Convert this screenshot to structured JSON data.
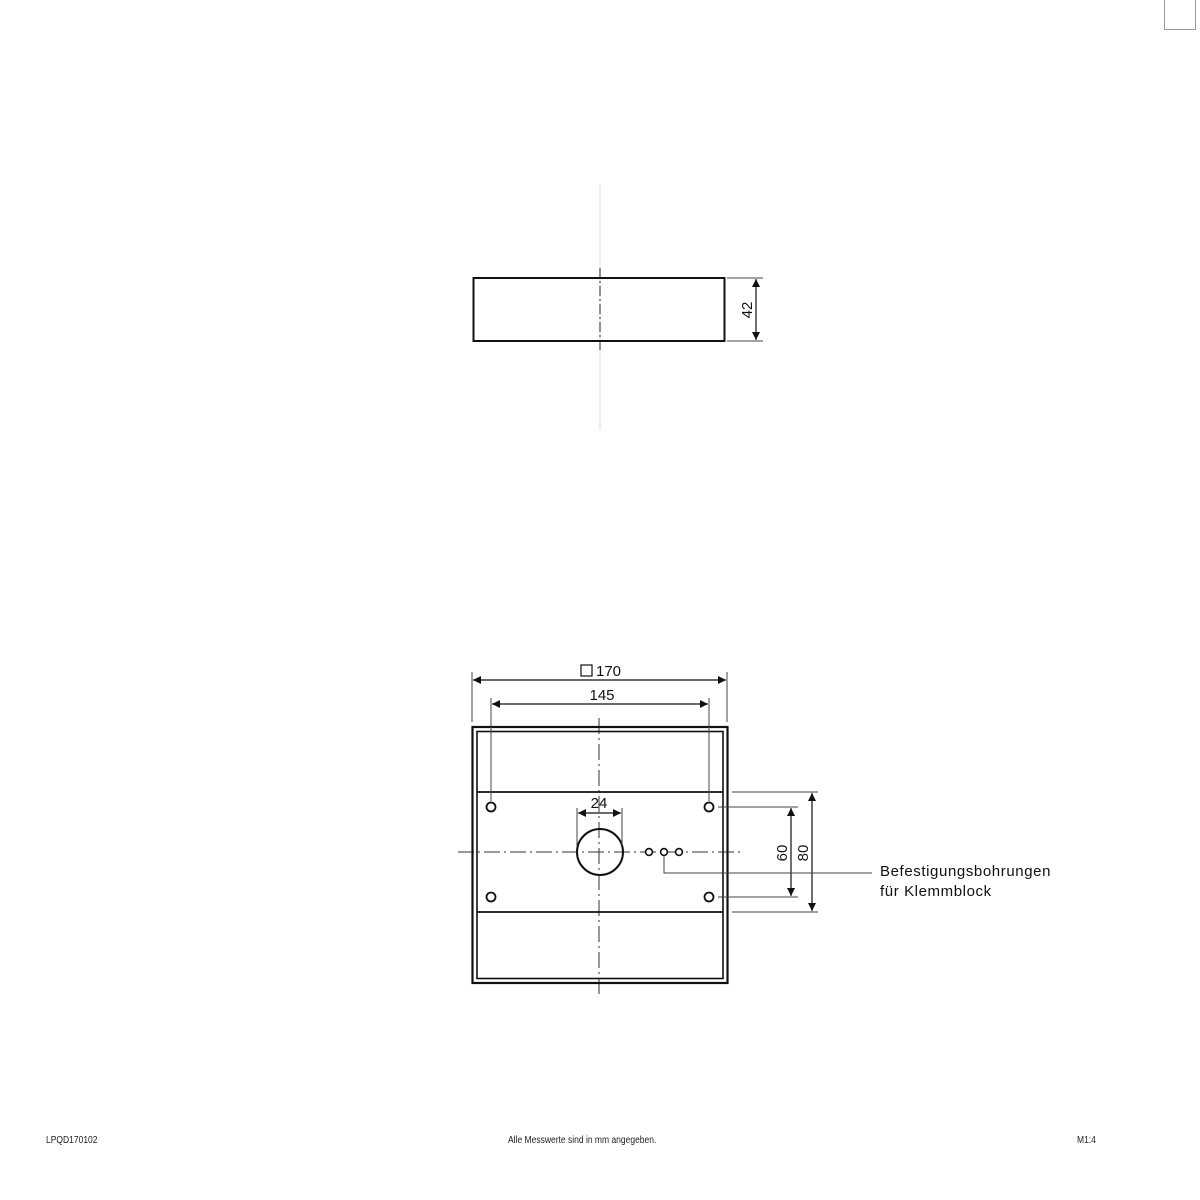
{
  "side_view": {
    "height_dim": "42"
  },
  "top_view": {
    "outer_dim": "170",
    "outer_dim_symbol": "square",
    "hole_spacing_dim": "145",
    "center_hole_dim": "24",
    "inner_vertical_dim": "60",
    "outer_vertical_dim": "80",
    "annotation_line1": "Befestigungsbohrungen",
    "annotation_line2": "für Klemmblock"
  },
  "footer": {
    "article_number": "LPQD170102",
    "note": "Alle Messwerte sind in mm angegeben.",
    "scale": "M1:4"
  },
  "colors": {
    "line": "#111111",
    "centerline": "#333333"
  }
}
